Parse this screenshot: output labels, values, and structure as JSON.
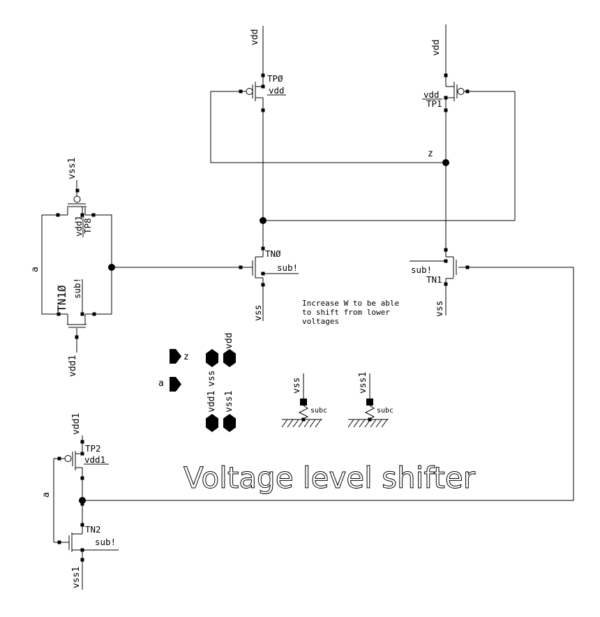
{
  "colors": {
    "ink": "#000000",
    "background": "#ffffff"
  },
  "title": "Voltage level shifter",
  "note": {
    "line1": "Increase W to be able",
    "line2": "to shift from lower",
    "line3": "voltages"
  },
  "devices": {
    "tp0": {
      "name": "TPØ",
      "bulk": "vdd",
      "rail": "vdd"
    },
    "tp1": {
      "name": "TP1",
      "bulk": "vdd",
      "rail": "vdd"
    },
    "tn0": {
      "name": "TNØ",
      "sub": "sub!",
      "rail": "vss"
    },
    "tn1": {
      "name": "TN1",
      "sub": "sub!",
      "rail": "vss"
    },
    "tp8": {
      "name": "TP8",
      "bulk": "vdd1",
      "rail": "vss1"
    },
    "tn10": {
      "name": "TN1Ø",
      "sub": "sub!",
      "rail": "vdd1"
    },
    "tp2": {
      "name": "TP2",
      "bulk": "vdd1",
      "rail": "vdd1"
    },
    "tn2": {
      "name": "TN2",
      "sub": "sub!",
      "rail": "vss1"
    }
  },
  "nets": {
    "a_left": "a",
    "a_inverter": "a",
    "z": "z"
  },
  "ports": {
    "z": "z",
    "a": "a",
    "vss": "vss",
    "vdd": "vdd",
    "vdd1": "vdd1",
    "vss1": "vss1"
  },
  "substrate_contacts": {
    "sc1": {
      "rail": "vss",
      "label": "subc"
    },
    "sc2": {
      "rail": "vss1",
      "label": "subc"
    }
  }
}
